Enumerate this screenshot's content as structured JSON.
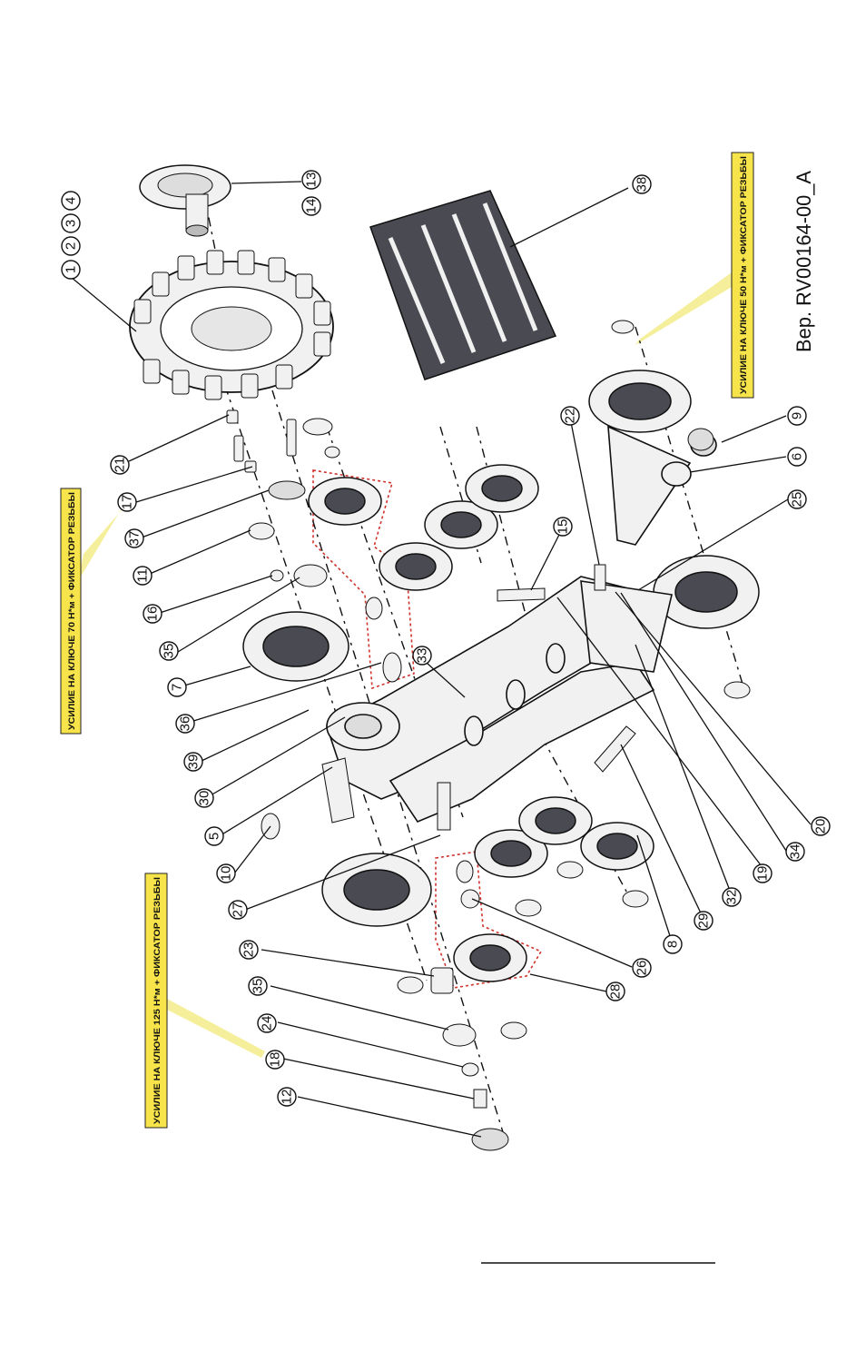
{
  "version_label": "Вер. RV00164-00_A",
  "torque_notes": [
    "УСИЛИЕ НА КЛЮЧЕ 70 Н*м + ФИКСАТОР РЕЗЬБЫ",
    "УСИЛИЕ НА КЛЮЧЕ 125 Н*м + ФИКСАТОР РЕЗЬБЫ",
    "УСИЛИЕ НА КЛЮЧЕ 50 Н*м + ФИКСАТОР РЕЗЬБЫ"
  ],
  "callouts": [
    "1",
    "2",
    "3",
    "4",
    "13",
    "14",
    "38",
    "21",
    "17",
    "37",
    "11",
    "16",
    "35",
    "7",
    "36",
    "39",
    "30",
    "5",
    "10",
    "27",
    "23",
    "35",
    "24",
    "18",
    "12",
    "33",
    "15",
    "22",
    "9",
    "6",
    "25",
    "20",
    "34",
    "19",
    "32",
    "29",
    "8",
    "26",
    "28"
  ],
  "colors": {
    "note_fill": "#f6e44a",
    "note_border": "#222222",
    "highlight_beam": "#f3ec8a",
    "dash_outline": "#d0322c",
    "line": "#111111",
    "part_fill": "#f1f1f1",
    "part_dark": "#4a4a52"
  }
}
